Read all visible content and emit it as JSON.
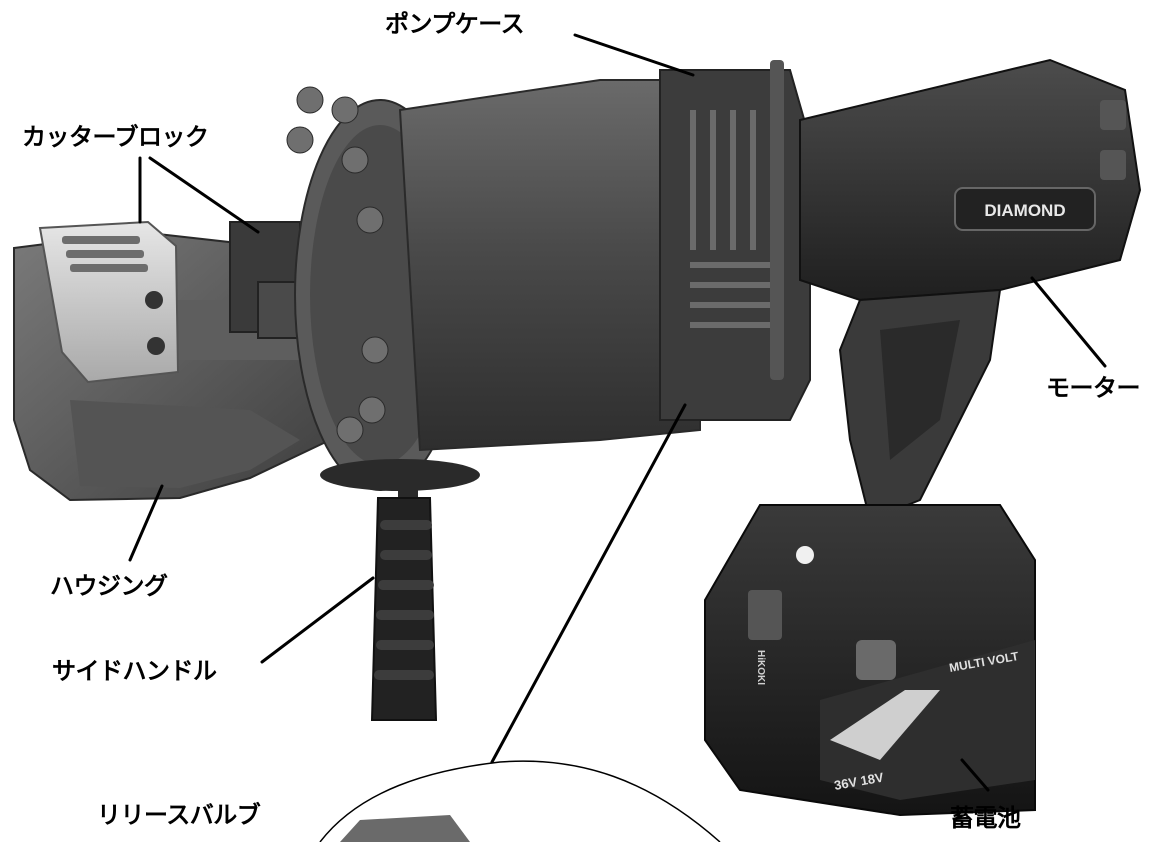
{
  "labels": {
    "pump_case": "ポンプケース",
    "cutter_block": "カッターブロック",
    "motor": "モーター",
    "housing": "ハウジング",
    "side_handle": "サイドハンドル",
    "release_valve": "リリースバルブ",
    "battery": "蓄電池"
  },
  "product_marks": {
    "badge_text": "DIAMOND",
    "battery_brand": "MULTI VOLT",
    "battery_voltage": "36V 18V",
    "battery_maker": "HiKOKI"
  },
  "colors": {
    "body_dark": "#3a3a3a",
    "body_mid": "#5a5a5a",
    "body_light": "#8a8a8a",
    "plate_silver": "#cfcfcf",
    "label_text": "#000000",
    "background": "#ffffff"
  }
}
